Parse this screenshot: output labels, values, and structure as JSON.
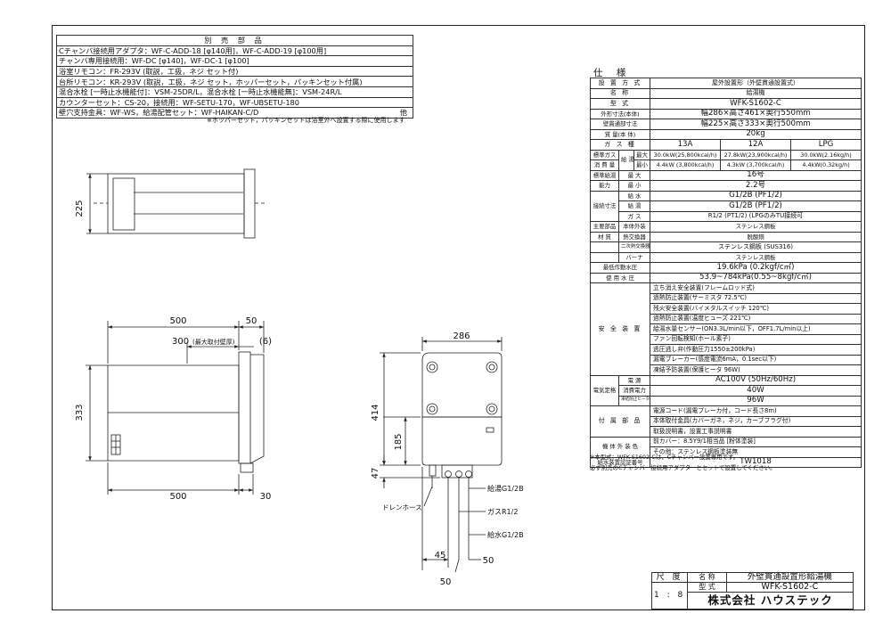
{
  "accessories": {
    "header": "別 売 部 品",
    "rows": [
      "Cチャンバ接続用アダプタ：WF-C-ADD-18 [φ140用]，WF-C-ADD-19 [φ100用]",
      "チャンバ専用接続用：WF-DC [φ140]，WF-DC-1 [φ100]",
      "浴室リモコン：FR-293V (取説，工扱，ネジ セット付)",
      "台所リモコン：KR-293V (取説，工扱，ネジ セット，ホッパーセット，パッキンセット付属)",
      "混合水栓 [一時止水機能付]：VSM-25DR/L，混合水栓 [一時止水機能無]：VSM-24R/L",
      "カウンターセット：CS-20，接続用：WF-SETU-170，WF-UBSETU-180",
      "壁穴支持金具：WF-WS，給湯配管セット：WF-HAIKAN-C/D"
    ],
    "last_suffix": "他",
    "note": "※ホッパーセット，パッキンセットは浴室外へ設置する際に使用します"
  },
  "spec": {
    "title": "仕 様",
    "install_label": "設 置 方 式",
    "install_value": "屋外設置形（外壁貫通設置式）",
    "name_label": "名 称",
    "name_value": "給湯機",
    "model_label": "型 式",
    "model_value": "WFK-S1602-C",
    "outer_label": "外形寸法(本体)",
    "outer_value": "幅286×高さ461×奥行550mm",
    "wall_label": "壁貫通部寸法",
    "wall_value": "幅225×高さ333×奥行500mm",
    "mass_label": "質 量(本 体)",
    "mass_value": "20kg",
    "gas_label": "ガ ス 種",
    "gas_types": [
      "13A",
      "12A",
      "LPG"
    ],
    "hot_label_1": "標準ガス",
    "hot_label_2": "消 費 量",
    "hot_sub_1": "給 湯",
    "hot_sub_2": "最大",
    "hot_sub_3": "最小",
    "gas_max": [
      "30.0kW(25,800kcal/h)",
      "27.8kW(23,900kcal/h)",
      "30.0kW(2.16kg/h)"
    ],
    "gas_min": [
      "4.4kW (3,800kcal/h)",
      "4.3kW (3,700kcal/h)",
      "4.4kW(0.32kg/h)"
    ],
    "cap_label_1": "標準給湯",
    "cap_label_2": "能力",
    "cap_max_label": "最 大",
    "cap_max": "16号",
    "cap_min_label": "最 小",
    "cap_min": "2.2号",
    "conn_label": "接続寸法",
    "conn_water_label": "給 水",
    "conn_water": "G1/2B (PF1/2)",
    "conn_hot_label": "給 湯",
    "conn_hot": "G1/2B (PF1/2)",
    "conn_gas_label": "ガ ス",
    "conn_gas": "R1/2 (PT1/2) (LPGのみTU接続可",
    "mat_label_1": "主要部品",
    "mat_label_2": "材 質",
    "mat_rows": [
      {
        "label": "本体外装",
        "value": "ステンレス鋼板"
      },
      {
        "label": "熱交換器",
        "value": "脱酸銅"
      },
      {
        "label": "二次熱交換器",
        "value": "ステンレス鋼板 (SUS316)"
      },
      {
        "label": "バーナ",
        "value": "ステンレス鋼板"
      }
    ],
    "minp_label": "最低作動水圧",
    "minp_value": "19.6kPa (0.2kgf/c㎡)",
    "usep_label": "使 用 水 圧",
    "usep_value": "53.9~784kPa(0.55~8kgf/c㎡)",
    "safety_label": "安 全 装 置",
    "safety_items": [
      "立ち消え安全装置(フレームロッド式)",
      "過熱防止装置(サーミスタ 72.5℃)",
      "残火安全装置(バイメタルスイッチ 120℃)",
      "過熱防止装置(温度ヒューズ 221℃)",
      "給湯水量センサー(ON3.3L/min以下，OFF1.7L/min以上)",
      "ファン回転検知(ホール素子)",
      "逃圧逃し弁(作動圧力1550±200kPa)",
      "漏電ブレーカー(感度電流6mA，0.1sec以下)",
      "凍結予防装置(保護ヒータ 96W)"
    ],
    "elec_label": "電気定格",
    "elec_rows": [
      {
        "label": "電 源",
        "value": "AC100V (50Hz/60Hz)"
      },
      {
        "label": "消費電力",
        "value": "40W"
      },
      {
        "label": "凍結防止ヒータ",
        "value": "96W"
      }
    ],
    "acc_label": "付 属 部 品",
    "acc_items": [
      "電源コード(漏電ブレーカ付，コード長さ8m)",
      "本体取付金具(カバーガネ，ネジ，カーブフラグ付)",
      "取扱説明書，設置工事説明書"
    ],
    "ext_label": "機 体 外 装 色",
    "ext_items": [
      "前カバー：8.5Y9/1相当品 [粉体塗装]",
      "その他：ステンレス鋼板塗装無"
    ],
    "cert_label": "給水装置認証番号",
    "cert_value": "TW1018",
    "notes": [
      "※本型式：WFK-S1602-Cは，Cチャンバー設置専用です。",
      "必ず別売のCチャンバー接続用アダプターとセットで設置してください。"
    ]
  },
  "drawing": {
    "dim_225": "225",
    "dim_500_top": "500",
    "dim_50_top": "50",
    "dim_300": "300",
    "max_wall_label": "(最大取付壁厚)",
    "dim_6": "(6)",
    "dim_333": "333",
    "dim_500_bottom": "500",
    "dim_30": "30",
    "dim_286": "286",
    "dim_414": "414",
    "dim_185": "185",
    "dim_47": "47",
    "dim_45": "45",
    "dim_50_right": "50",
    "dim_50_bottom": "50",
    "drain_hose": "ドレンホース",
    "hot_conn": "給湯G1/2B",
    "gas_conn": "ガスR1/2",
    "water_conn": "給水G1/2B"
  },
  "title_block": {
    "scale_label": "尺 度",
    "scale_value": "1 : 8",
    "name_label": "名 称",
    "name_value": "外壁貫通設置形給湯機",
    "model_label": "型 式",
    "model_value": "WFK-S1602-C",
    "company": "株式会社 ハウステック"
  }
}
